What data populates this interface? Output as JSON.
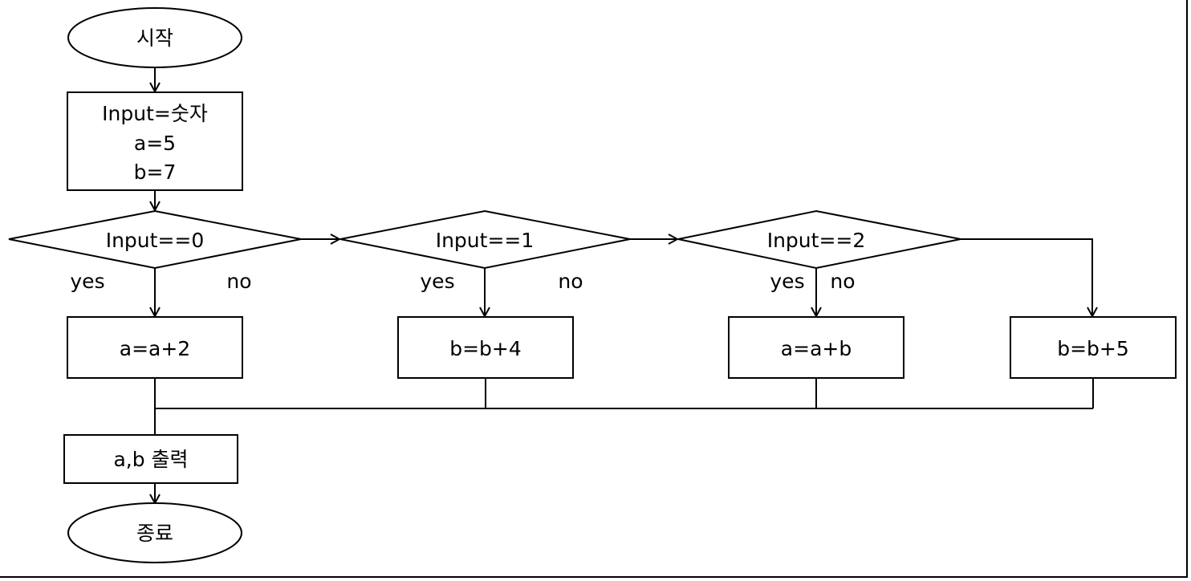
{
  "flowchart": {
    "start": {
      "label": "시작"
    },
    "init": {
      "line1": "Input=숫자",
      "line2": "a=5",
      "line3": "b=7"
    },
    "decisions": [
      {
        "label": "Input==0",
        "yes": "yes",
        "no": "no"
      },
      {
        "label": "Input==1",
        "yes": "yes",
        "no": "no"
      },
      {
        "label": "Input==2",
        "yes": "yes",
        "no": "no"
      }
    ],
    "actions": [
      {
        "label": "a=a+2"
      },
      {
        "label": "b=b+4"
      },
      {
        "label": "a=a+b"
      },
      {
        "label": "b=b+5"
      }
    ],
    "output": {
      "label": "a,b 출력"
    },
    "end": {
      "label": "종료"
    }
  }
}
